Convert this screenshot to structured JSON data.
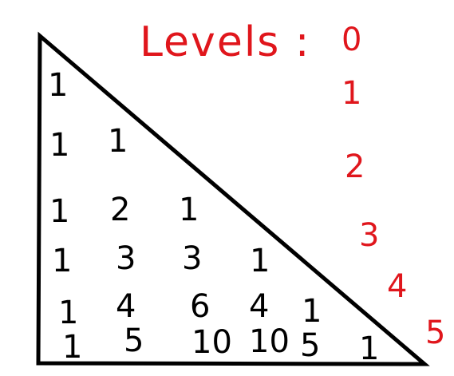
{
  "title": "Levels :",
  "colors": {
    "outline": "#000000",
    "annotation": "#e0161c",
    "background": "#ffffff"
  },
  "levels": [
    "0",
    "1",
    "2",
    "3",
    "4",
    "5"
  ],
  "rows": [
    [
      "1"
    ],
    [
      "1",
      "1"
    ],
    [
      "1",
      "2",
      "1"
    ],
    [
      "1",
      "3",
      "3",
      "1"
    ],
    [
      "1",
      "4",
      "6",
      "4",
      "1"
    ],
    [
      "1",
      "5",
      "10",
      "10",
      "5",
      "1"
    ]
  ]
}
